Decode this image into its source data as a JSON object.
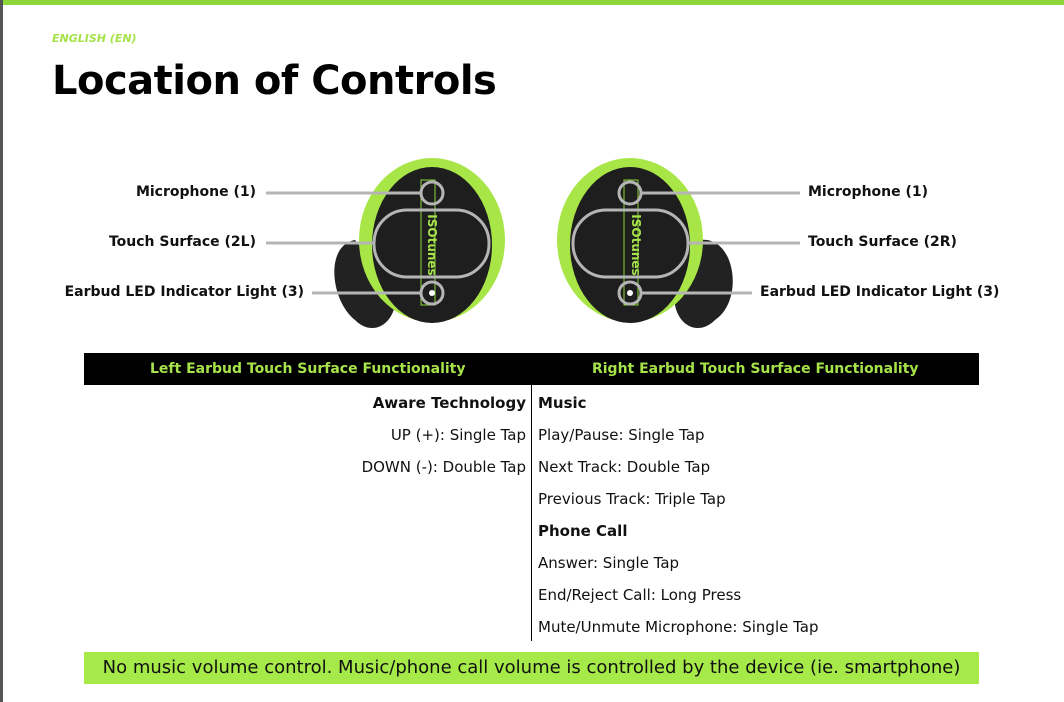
{
  "lang": "ENGLISH (EN)",
  "title": "Location of Controls",
  "brand_logo": "ISOtunes",
  "left_labels": [
    "Microphone (1)",
    "Touch Surface (2L)",
    "Earbud LED Indicator Light (3)"
  ],
  "right_labels": [
    "Microphone (1)",
    "Touch Surface (2R)",
    "Earbud LED Indicator Light (3)"
  ],
  "table": {
    "left_header": "Left Earbud Touch Surface Functionality",
    "right_header": "Right Earbud Touch Surface Functionality",
    "left_rows": [
      "Aware Technology",
      "UP (+): Single Tap",
      "DOWN (-): Double Tap"
    ],
    "right_rows": [
      "Music",
      "Play/Pause: Single Tap",
      "Next Track: Double Tap",
      "Previous Track: Triple Tap",
      "Phone Call",
      "Answer: Single Tap",
      "End/Reject Call: Long Press",
      "Mute/Unmute Microphone: Single Tap"
    ]
  },
  "note": "No music volume control. Music/phone call volume is controlled by the device (ie. smartphone)",
  "colors": {
    "accent": "#a6e34a",
    "note_bg": "#a6ea4a"
  }
}
